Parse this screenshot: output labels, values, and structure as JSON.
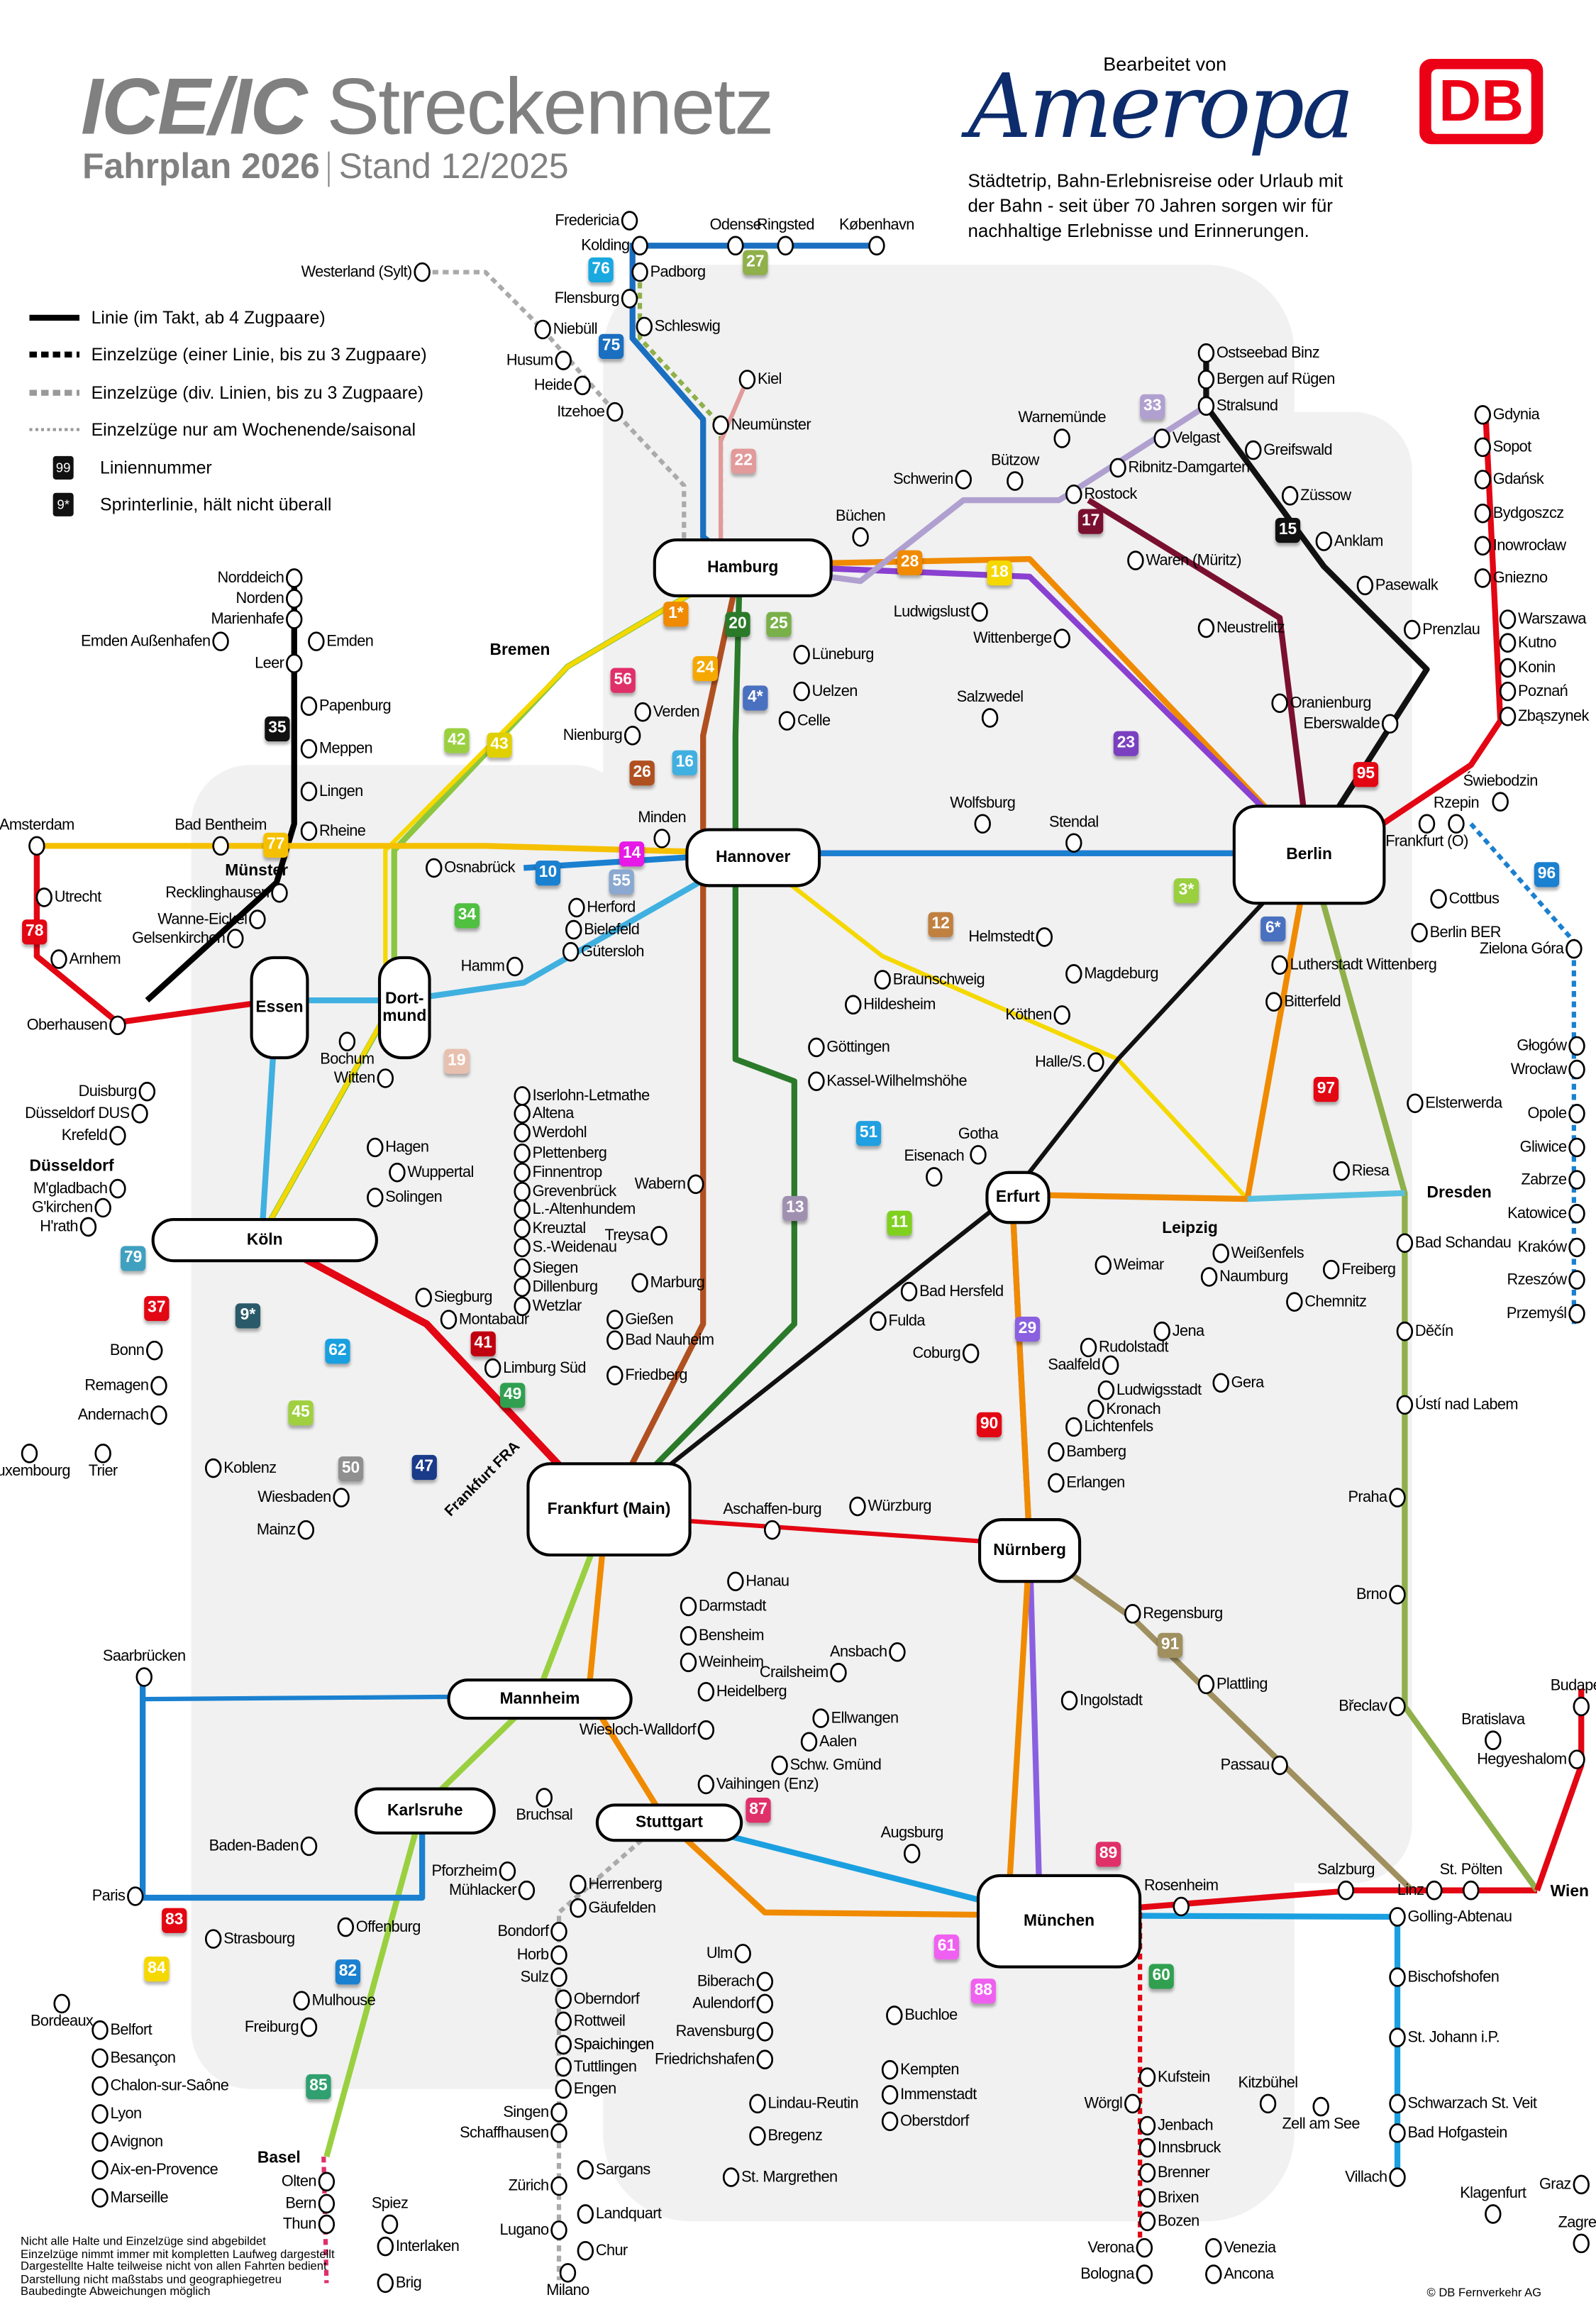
{
  "header": {
    "title_bold": "ICE/IC",
    "title_rest": "Streckennetz",
    "plan": "Fahrplan 2026",
    "stand": "Stand 12/2025"
  },
  "partner": {
    "byline": "Bearbeitet von",
    "logo": "Ameropa",
    "blurb": "Städtetrip, Bahn-Erlebnisreise oder Urlaub mit der Bahn - seit über 70 Jahren sorgen wir für nachhaltige Erlebnisse und Erinnerungen.",
    "db_logo": "DB"
  },
  "legend": [
    {
      "label": "Linie (im Takt, ab 4 Zugpaare)"
    },
    {
      "label": "Einzelzüge (einer Linie,  bis zu 3 Zugpaare)"
    },
    {
      "label": "Einzelzüge (div. Linien, bis zu 3 Zugpaare)"
    },
    {
      "label": "Einzelzüge nur am Wochenende/saisonal"
    },
    {
      "label": "Liniennummer",
      "sample": "99"
    },
    {
      "label": "Sprinterlinie, hält nicht überall",
      "sample": "9*"
    }
  ],
  "colors": {
    "ice_red": "#e30613",
    "db_red": "#ec0016",
    "ameropa_blue": "#0d2c6c"
  },
  "hubs": [
    "Hamburg",
    "Hannover",
    "Berlin",
    "Köln",
    "Frankfurt (Main)",
    "Nürnberg",
    "München",
    "Stuttgart",
    "Karlsruhe",
    "Mannheim",
    "Leipzig",
    "Erfurt",
    "Dresden",
    "Essen",
    "Dort-mund",
    "Bremen",
    "Basel",
    "Wien",
    "Münster",
    "Düsseldorf",
    "Frankfurt FRA"
  ],
  "stations": [
    "Fredericia",
    "Kolding",
    "Odense",
    "Ringsted",
    "København",
    "Padborg",
    "Flensburg",
    "Schleswig",
    "Westerland (Sylt)",
    "Niebüll",
    "Husum",
    "Heide",
    "Itzehoe",
    "Kiel",
    "Neumünster",
    "Büchen",
    "Lüneburg",
    "Uelzen",
    "Celle",
    "Verden",
    "Nienburg",
    "Emden",
    "Leer",
    "Norddeich",
    "Norden",
    "Marienhafe",
    "Emden Außenhafen",
    "Papenburg",
    "Meppen",
    "Lingen",
    "Rheine",
    "Osnabrück",
    "Utrecht",
    "Arnhem",
    "Oberhausen",
    "Duisburg",
    "Düsseldorf DUS",
    "Krefeld",
    "M'gladbach",
    "G'kirchen",
    "H'rath",
    "Bochum",
    "Witten",
    "Hagen",
    "Wuppertal",
    "Solingen",
    "Hamm",
    "Recklinghausen",
    "Wanne-Eickel",
    "Gelsenkirchen",
    "Herford",
    "Bielefeld",
    "Gütersloh",
    "Minden",
    "Siegburg",
    "Montabaur",
    "Bonn",
    "Remagen",
    "Andernach",
    "Koblenz",
    "Wiesbaden",
    "Mainz",
    "Limburg Süd",
    "Iserlohn-Letmathe",
    "Altena",
    "Werdohl",
    "Plettenberg",
    "Finnentrop",
    "Grevenbrück",
    "L.-Altenhundem",
    "Kreuztal",
    "S.-Weidenau",
    "Siegen",
    "Dillenburg",
    "Wetzlar",
    "Gießen",
    "Bad Nauheim",
    "Friedberg",
    "Marburg",
    "Treysa",
    "Wabern",
    "Göttingen",
    "Kassel-Wilhelmshöhe",
    "Hildesheim",
    "Braunschweig",
    "Wolfsburg",
    "Stendal",
    "Salzwedel",
    "Wittenberge",
    "Ludwigslust",
    "Schwerin",
    "Bützow",
    "Warnemünde",
    "Rostock",
    "Velgast",
    "Ribnitz-Damgarten",
    "Ostseebad Binz",
    "Bergen auf Rügen",
    "Stralsund",
    "Greifswald",
    "Züssow",
    "Anklam",
    "Pasewalk",
    "Prenzlau",
    "Waren (Müritz)",
    "Neustrelitz",
    "Oranienburg",
    "Eberswalde",
    "Cottbus",
    "Berlin BER",
    "Lutherstadt Wittenberg",
    "Bitterfeld",
    "Magdeburg",
    "Helmstedt",
    "Köthen",
    "Halle/S.",
    "Riesa",
    "Bad Schandau",
    "Děčín",
    "Ústí nad Labem",
    "Praha",
    "Brno",
    "Břeclav",
    "Fulda",
    "Bad Hersfeld",
    "Weimar",
    "Naumburg",
    "Weißenfels",
    "Jena",
    "Gera",
    "Chemnitz",
    "Freiberg",
    "Rudolstadt",
    "Saalfeld",
    "Ludwigsstadt",
    "Kronach",
    "Lichtenfels",
    "Bamberg",
    "Erlangen",
    "Coburg",
    "Würzburg",
    "Aschaffen-burg",
    "Hanau",
    "Darmstadt",
    "Bensheim",
    "Weinheim",
    "Heidelberg",
    "Regensburg",
    "Plattling",
    "Passau",
    "Ingolstadt",
    "Ansbach",
    "Crailsheim",
    "Ellwangen",
    "Aalen",
    "Schw. Gmünd",
    "Vaihingen (Enz)",
    "Wiesloch-Walldorf",
    "Bruchsal",
    "Baden-Baden",
    "Saarbrücken",
    "Pforzheim",
    "Mühlacker",
    "Herrenberg",
    "Gäufelden",
    "Bondorf",
    "Horb",
    "Sulz",
    "Oberndorf",
    "Rottweil",
    "Spaichingen",
    "Tuttlingen",
    "Engen",
    "Singen",
    "Schaffhausen",
    "Offenburg",
    "Strasbourg",
    "Paris",
    "Freiburg",
    "Olten",
    "Bern",
    "Thun",
    "Spiez",
    "Interlaken",
    "Brig",
    "Zürich",
    "Lugano",
    "Milano",
    "Sargans",
    "Landquart",
    "Chur",
    "Ulm",
    "Biberach",
    "Aulendorf",
    "Ravensburg",
    "Friedrichshafen",
    "Lindau-Reutin",
    "Bregenz",
    "St. Margrethen",
    "Kempten",
    "Immenstadt",
    "Oberstdorf",
    "Buchloe",
    "Salzburg",
    "Golling-Abtenau",
    "Bischofshofen",
    "St. Johann i.P.",
    "Schwarzach St. Veit",
    "Bad Hofgastein",
    "Villach",
    "Kufstein",
    "Wörgl",
    "Jenbach",
    "Innsbruck",
    "Brenner",
    "Brixen",
    "Bozen",
    "Verona",
    "Bologna",
    "Venezia",
    "Ancona",
    "Kitzbühel",
    "Zell am See",
    "Linz",
    "St. Pölten",
    "Graz",
    "Klagenfurt",
    "Zagreb",
    "Budapest",
    "Bratislava",
    "Hegyeshalom",
    "Gdynia",
    "Sopot",
    "Gdańsk",
    "Bydgoszcz",
    "Inowrocław",
    "Gniezno",
    "Warszawa",
    "Kutno",
    "Konin",
    "Poznań",
    "Zbąszynek",
    "Zielona Góra",
    "Głogów",
    "Wrocław",
    "Opole",
    "Gliwice",
    "Zabrze",
    "Katowice",
    "Kraków",
    "Rzeszów",
    "Przemyśl",
    "Elsterwerda",
    "Bordeaux",
    "Mulhouse",
    "Belfort",
    "Besançon",
    "Chalon-sur-Saône",
    "Lyon",
    "Avignon",
    "Aix-en-Provence",
    "Marseille",
    "Amsterdam",
    "Bad Bentheim",
    "Trier",
    "Luxembourg",
    "Eisenach",
    "Gotha",
    "Augsburg",
    "Rosenheim",
    "Frankfurt (O)",
    "Rzepin",
    "Świebodzin",
    "Spaichingen"
  ],
  "badges": [
    {
      "n": "76",
      "color": "#1aa8e0"
    },
    {
      "n": "27",
      "color": "#8fb04a"
    },
    {
      "n": "75",
      "color": "#1a6fc0"
    },
    {
      "n": "22",
      "color": "#e29a9a"
    },
    {
      "n": "33",
      "color": "#b0a0d0"
    },
    {
      "n": "17",
      "color": "#7a1030"
    },
    {
      "n": "15",
      "color": "#111111"
    },
    {
      "n": "18",
      "color": "#f5d800"
    },
    {
      "n": "28",
      "color": "#f08a00"
    },
    {
      "n": "20",
      "color": "#2a7a2a"
    },
    {
      "n": "25",
      "color": "#7ab04a"
    },
    {
      "n": "24",
      "color": "#f5a800"
    },
    {
      "n": "56",
      "color": "#e0306a"
    },
    {
      "n": "16",
      "color": "#40b0e0"
    },
    {
      "n": "26",
      "color": "#b05020"
    },
    {
      "n": "42",
      "color": "#9ad040"
    },
    {
      "n": "43",
      "color": "#e0d000"
    },
    {
      "n": "35",
      "color": "#111111"
    },
    {
      "n": "77",
      "color": "#f5c000"
    },
    {
      "n": "14",
      "color": "#e619e6"
    },
    {
      "n": "10",
      "color": "#1a80d0"
    },
    {
      "n": "55",
      "color": "#8aa8d0"
    },
    {
      "n": "34",
      "color": "#50c040"
    },
    {
      "n": "19",
      "color": "#e8c0b0"
    },
    {
      "n": "12",
      "color": "#c08040"
    },
    {
      "n": "13",
      "color": "#a090b0"
    },
    {
      "n": "23",
      "color": "#7a40c0"
    },
    {
      "n": "95",
      "color": "#e30613"
    },
    {
      "n": "96",
      "color": "#1a80d0"
    },
    {
      "n": "78",
      "color": "#e30613"
    },
    {
      "n": "79",
      "color": "#40a0c0"
    },
    {
      "n": "37",
      "color": "#e30613"
    },
    {
      "n": "41",
      "color": "#c00010"
    },
    {
      "n": "62",
      "color": "#1aa0e0"
    },
    {
      "n": "47",
      "color": "#1a3a8a"
    },
    {
      "n": "49",
      "color": "#30a050"
    },
    {
      "n": "45",
      "color": "#a0d040"
    },
    {
      "n": "50",
      "color": "#909090"
    },
    {
      "n": "51",
      "color": "#20a0e0"
    },
    {
      "n": "11",
      "color": "#80d020"
    },
    {
      "n": "29",
      "color": "#8a60e0"
    },
    {
      "n": "90",
      "color": "#e30613"
    },
    {
      "n": "89",
      "color": "#e0306a"
    },
    {
      "n": "60",
      "color": "#30a050"
    },
    {
      "n": "61",
      "color": "#f060f0"
    },
    {
      "n": "87",
      "color": "#e0306a"
    },
    {
      "n": "88",
      "color": "#f060f0"
    },
    {
      "n": "82",
      "color": "#1a80d0"
    },
    {
      "n": "83",
      "color": "#e30613"
    },
    {
      "n": "84",
      "color": "#f5d800"
    },
    {
      "n": "85",
      "color": "#30a070"
    },
    {
      "n": "91",
      "color": "#a09060"
    },
    {
      "n": "97",
      "color": "#e30613"
    },
    {
      "n": "3*",
      "color": "#9ad040"
    },
    {
      "n": "6*",
      "color": "#4a70c0"
    },
    {
      "n": "9*",
      "color": "#2a5a6a"
    },
    {
      "n": "4*",
      "color": "#4a70c0"
    },
    {
      "n": "1*",
      "color": "#f08a00"
    }
  ],
  "footer": {
    "notes": "Nicht alle Halte und Einzelzüge sind abgebildet\nEinzelzüge nimmt immer mit kompletten Laufweg dargestellt\nDargestellte Halte teilweise nicht von allen Fahrten bedient\nDarstellung nicht maßstabs und geographiegetreu\nBaubedingte Abweichungen möglich",
    "copyright": "© DB Fernverkehr AG"
  }
}
